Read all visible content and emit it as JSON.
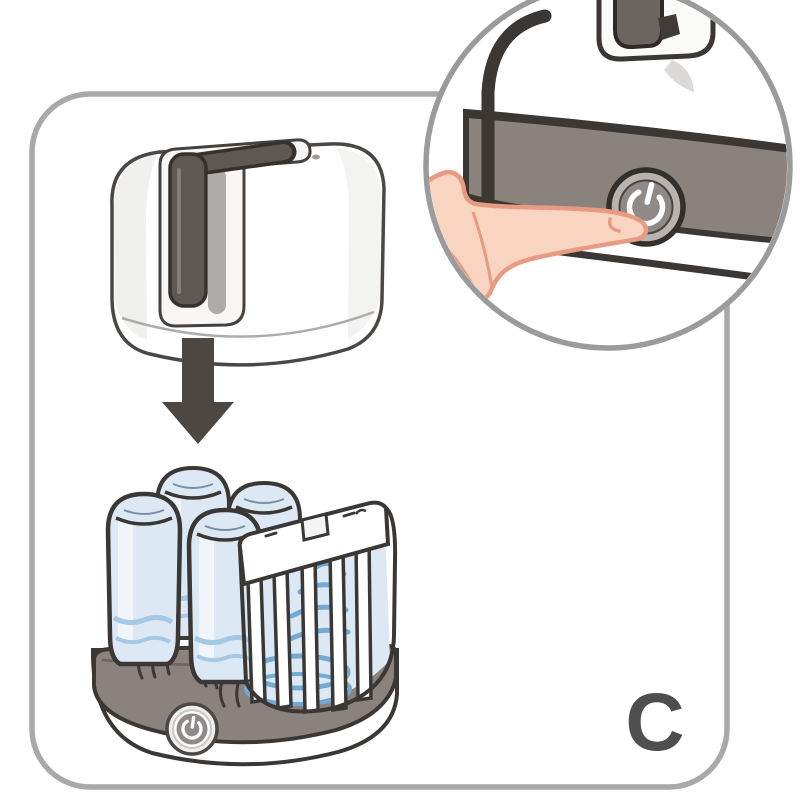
{
  "figure": {
    "type": "appliance-instruction-step",
    "description_not_text": "steriliser lid lowered onto bottle unit; inset shows finger pressing power button"
  },
  "labels": {
    "step": "C"
  },
  "icons": {
    "callout_power_button": "power-icon",
    "base_power_button": "power-icon",
    "direction_arrow": "arrow-down-icon"
  },
  "palette": {
    "frame": "#A9A9A9",
    "ring": "#9B9B9B",
    "ink": "#3A3734",
    "ink2": "#4A4745",
    "band": "#8A827D",
    "dark": "#4C4743",
    "handle": "#5E5854",
    "bottle": "#DCE9F4",
    "water": "#A4C9E6",
    "water2": "#74A9D4",
    "skin": "#F9D4C1",
    "skin2": "#E79B81",
    "btnface": "#8F8A86",
    "btnring": "#B7B3B0",
    "label": "#4E4E4E"
  }
}
